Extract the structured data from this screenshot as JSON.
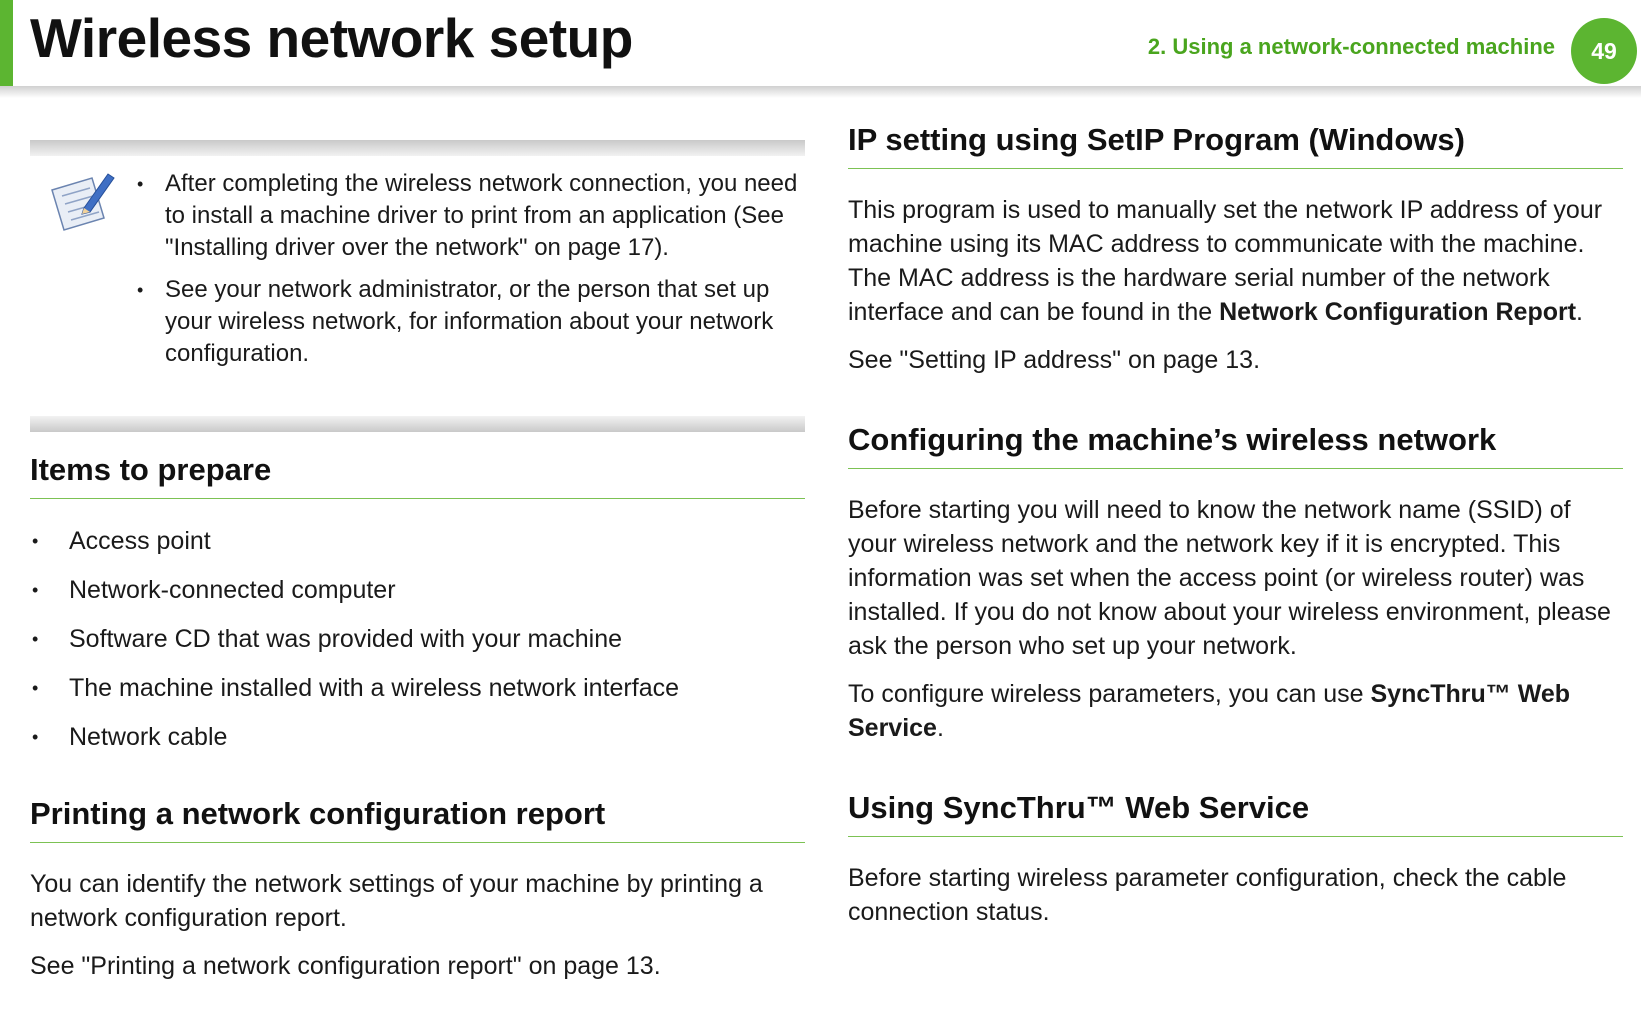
{
  "header": {
    "title": "Wireless network setup",
    "chapter": "2.  Using a network-connected machine",
    "page_number": "49"
  },
  "note": {
    "icon": "note-pencil-icon",
    "items": [
      "After completing the wireless network connection, you need to install a machine driver to print from an application (See \"Installing driver over the network\" on page 17).",
      "See your network administrator, or the person that set up your wireless network, for information about your network configuration."
    ]
  },
  "items_to_prepare": {
    "heading": "Items to prepare",
    "items": [
      "Access point",
      "Network-connected computer",
      "Software CD that was provided with your machine",
      "The machine installed with a wireless network interface",
      "Network cable"
    ]
  },
  "print_report": {
    "heading": "Printing a network configuration report",
    "para1": "You can identify the network settings of your machine by printing a network configuration report.",
    "para2": "See \"Printing a network configuration report\" on page 13."
  },
  "setip": {
    "heading": "IP setting using SetIP Program (Windows)",
    "para1_text": "This program is used to manually set the network IP address of your machine using its MAC address to communicate with the machine. The MAC address is the hardware serial number of the network interface and can be found in the ",
    "para1_bold": "Network Configuration Report",
    "para1_end": ".",
    "para2": "See \"Setting IP address\" on page 13."
  },
  "configuring": {
    "heading": "Configuring the machine’s wireless network",
    "para1": "Before starting you will need to know the network name (SSID) of your wireless network and the network key if it is encrypted. This information was set when the access point (or wireless router) was installed. If you do not know about your wireless environment, please ask the person who set up your network.",
    "para2_text": "To configure wireless parameters, you can use ",
    "para2_bold": "SyncThru™ Web Service",
    "para2_end": "."
  },
  "syncthru": {
    "heading": "Using SyncThru™ Web Service",
    "para1": "Before starting wireless parameter configuration, check the cable connection status."
  },
  "colors": {
    "accent": "#5cb531",
    "heading_rule": "#7cc254"
  }
}
